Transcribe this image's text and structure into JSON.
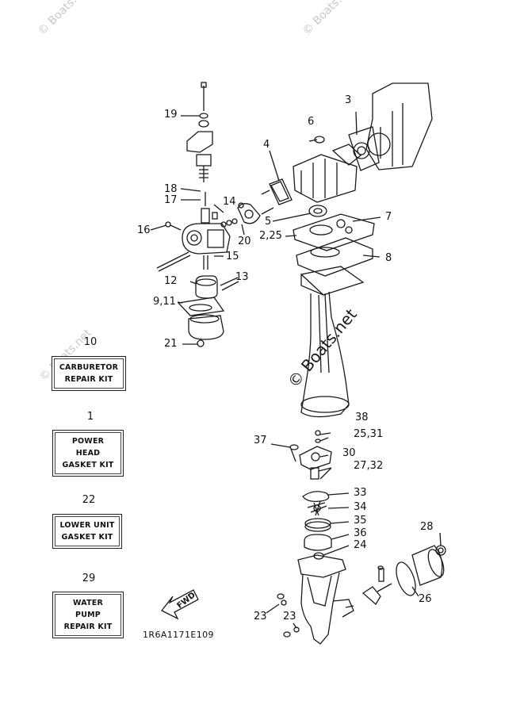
{
  "watermarks": {
    "corner": "© Boats.net",
    "diagonal": "© Boats.net"
  },
  "callouts": {
    "c19": "19",
    "c3": "3",
    "c6": "6",
    "c4": "4",
    "c18": "18",
    "c17": "17",
    "c14": "14",
    "c16": "16",
    "c5": "5",
    "c7": "7",
    "c2_25": "2,25",
    "c20": "20",
    "c15": "15",
    "c8": "8",
    "c12": "12",
    "c13": "13",
    "c9_11": "9,11",
    "c21": "21",
    "c38": "38",
    "c25_31": "25,31",
    "c37": "37",
    "c30": "30",
    "c27_32": "27,32",
    "c33": "33",
    "c34": "34",
    "c35": "35",
    "c36": "36",
    "c24": "24",
    "c28": "28",
    "c26": "26",
    "c23a": "23",
    "c23b": "23"
  },
  "kits": [
    {
      "number": "10",
      "line1": "CARBURETOR",
      "line2": "REPAIR KIT"
    },
    {
      "number": "1",
      "line1": "POWER HEAD",
      "line2": "GASKET KIT"
    },
    {
      "number": "22",
      "line1": "LOWER UNIT",
      "line2": "GASKET KIT"
    },
    {
      "number": "29",
      "line1": "WATER PUMP",
      "line2": "REPAIR KIT"
    }
  ],
  "fwd_label": "FWD",
  "diagram_code": "1R6A1171E109"
}
